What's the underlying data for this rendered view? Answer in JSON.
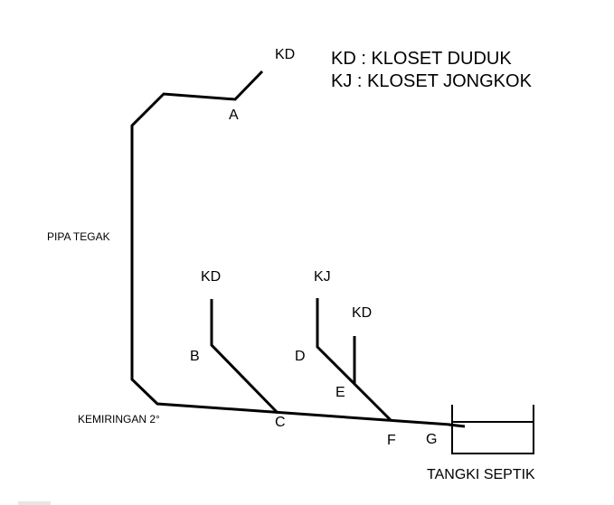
{
  "legend": {
    "kd": "KD : KLOSET DUDUK",
    "kj": "KJ : KLOSET JONGKOK"
  },
  "labels": {
    "pipa_tegak": "PIPA TEGAK",
    "kemiringan": "KEMIRINGAN 2°",
    "tangki": "TANGKI SEPTIK"
  },
  "fixtures": {
    "top_kd": "KD",
    "b_kd": "KD",
    "d_kj": "KJ",
    "e_kd": "KD"
  },
  "points": {
    "a": "A",
    "b": "B",
    "c": "C",
    "d": "D",
    "e": "E",
    "f": "F",
    "g": "G"
  }
}
